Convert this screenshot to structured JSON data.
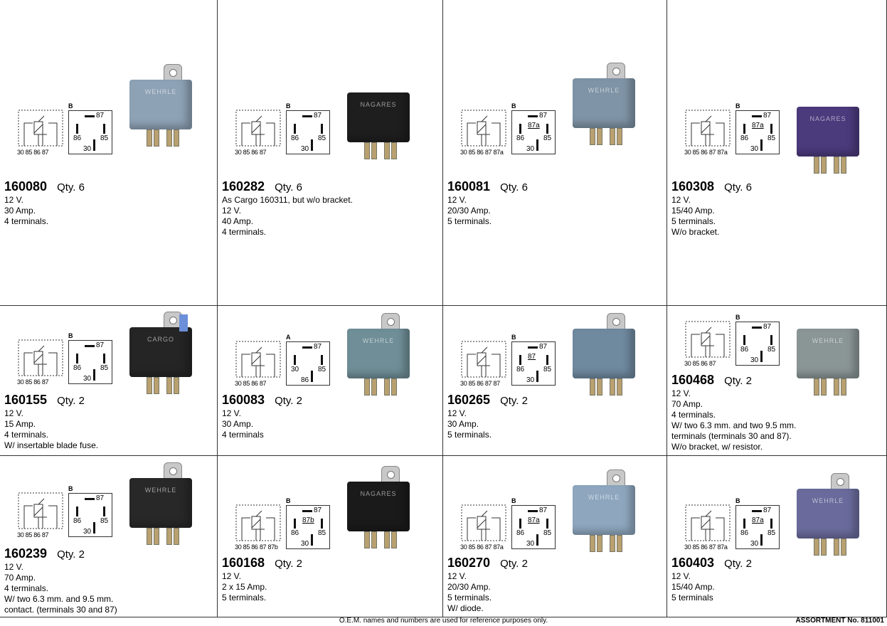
{
  "products": [
    {
      "id": "160080",
      "qty": "Qty. 6",
      "lines": [
        "12 V.",
        "30 Amp.",
        "4 terminals."
      ],
      "schematic_terminals": "30 85   86 87",
      "pin_letter": "B",
      "pins": {
        "top": "87",
        "left": "86",
        "right": "85",
        "bottom": "30",
        "center": ""
      },
      "relay": {
        "brand": "WEHRLE",
        "color": "#8ea2b6",
        "bracket": true
      }
    },
    {
      "id": "160282",
      "qty": "Qty. 6",
      "lines": [
        "As Cargo 160311, but w/o bracket.",
        "12 V.",
        "40 Amp.",
        "4 terminals."
      ],
      "schematic_terminals": "30 85   86 87",
      "pin_letter": "B",
      "pins": {
        "top": "87",
        "left": "86",
        "right": "85",
        "bottom": "30",
        "center": ""
      },
      "relay": {
        "brand": "NAGARES",
        "color": "#1e1e1e",
        "bracket": false
      }
    },
    {
      "id": "160081",
      "qty": "Qty. 6",
      "lines": [
        "12 V.",
        "20/30 Amp.",
        "5 terminals."
      ],
      "schematic_terminals": "30 85 86 87 87a",
      "pin_letter": "B",
      "pins": {
        "top": "87",
        "left": "86",
        "right": "85",
        "bottom": "30",
        "center": "87a"
      },
      "relay": {
        "brand": "WEHRLE",
        "color": "#7f94a6",
        "bracket": true
      }
    },
    {
      "id": "160308",
      "qty": "Qty. 6",
      "lines": [
        "12 V.",
        "15/40 Amp.",
        "5 terminals.",
        "W/o bracket."
      ],
      "schematic_terminals": "30 85 86 87 87a",
      "pin_letter": "B",
      "pins": {
        "top": "87",
        "left": "86",
        "right": "85",
        "bottom": "30",
        "center": "87a"
      },
      "relay": {
        "brand": "NAGARES",
        "color": "#4b3a7c",
        "bracket": false
      }
    },
    {
      "id": "160155",
      "qty": "Qty. 2",
      "lines": [
        "12 V.",
        "15 Amp.",
        "4 terminals.",
        "W/ insertable blade fuse."
      ],
      "schematic_terminals": "30 85   86 87",
      "pin_letter": "B",
      "pins": {
        "top": "87",
        "left": "86",
        "right": "85",
        "bottom": "30",
        "center": ""
      },
      "relay": {
        "brand": "CARGO",
        "color": "#252525",
        "bracket": true
      }
    },
    {
      "id": "160083",
      "qty": "Qty. 2",
      "lines": [
        "12 V.",
        "30 Amp.",
        "4 terminals"
      ],
      "schematic_terminals": "30 85   86 87",
      "pin_letter": "A",
      "pins": {
        "top": "87",
        "left": "30",
        "right": "85",
        "bottom": "86",
        "center": ""
      },
      "relay": {
        "brand": "WEHRLE",
        "color": "#6f8e97",
        "bracket": true
      }
    },
    {
      "id": "160265",
      "qty": "Qty. 2",
      "lines": [
        "12 V.",
        "30 Amp.",
        "5 terminals."
      ],
      "schematic_terminals": "30 85 86 87 87",
      "pin_letter": "B",
      "pins": {
        "top": "87",
        "left": "86",
        "right": "85",
        "bottom": "30",
        "center": "87"
      },
      "relay": {
        "brand": "",
        "color": "#6f899f",
        "bracket": true
      }
    },
    {
      "id": "160468",
      "qty": "Qty. 2",
      "lines": [
        "12 V.",
        "70 Amp.",
        "4 terminals.",
        "W/ two 6.3 mm. and two 9.5 mm.",
        "terminals (terminals 30 and 87).",
        "W/o bracket, w/ resistor."
      ],
      "schematic_terminals": "30 85   86 87",
      "pin_letter": "B",
      "pins": {
        "top": "87",
        "left": "86",
        "right": "85",
        "bottom": "30",
        "center": ""
      },
      "relay": {
        "brand": "WEHRLE",
        "color": "#8a9595",
        "bracket": false
      }
    },
    {
      "id": "160239",
      "qty": "Qty. 2",
      "lines": [
        "12 V.",
        "70 Amp.",
        "4 terminals.",
        "W/ two 6.3 mm. and 9.5 mm.",
        "contact. (terminals 30 and 87)"
      ],
      "schematic_terminals": "30 85   86 87",
      "pin_letter": "B",
      "pins": {
        "top": "87",
        "left": "86",
        "right": "85",
        "bottom": "30",
        "center": ""
      },
      "relay": {
        "brand": "WEHRLE",
        "color": "#282828",
        "bracket": true
      }
    },
    {
      "id": "160168",
      "qty": "Qty. 2",
      "lines": [
        "12 V.",
        "2 x 15 Amp.",
        "5 terminals."
      ],
      "schematic_terminals": "30 85 86 87 87b",
      "pin_letter": "B",
      "pins": {
        "top": "87",
        "left": "86",
        "right": "85",
        "bottom": "30",
        "center": "87b"
      },
      "relay": {
        "brand": "NAGARES",
        "color": "#1a1a1a",
        "bracket": true
      }
    },
    {
      "id": "160270",
      "qty": "Qty. 2",
      "lines": [
        "12 V.",
        "20/30 Amp.",
        "5 terminals.",
        "W/ diode."
      ],
      "schematic_terminals": "30 85 86 87 87a",
      "pin_letter": "B",
      "pins": {
        "top": "87",
        "left": "86",
        "right": "85",
        "bottom": "30",
        "center": "87a"
      },
      "relay": {
        "brand": "WEHRLE",
        "color": "#8ea7be",
        "bracket": true
      }
    },
    {
      "id": "160403",
      "qty": "Qty. 2",
      "lines": [
        "12 V.",
        "15/40 Amp.",
        "5 terminals"
      ],
      "schematic_terminals": "30 85 86 87 87a",
      "pin_letter": "B",
      "pins": {
        "top": "87",
        "left": "86",
        "right": "85",
        "bottom": "30",
        "center": "87a"
      },
      "relay": {
        "brand": "WEHRLE",
        "color": "#6a6b9c",
        "bracket": true
      }
    }
  ],
  "footer": {
    "note": "O.E.M. names and numbers are used for reference purposes only.",
    "assortment": "ASSORTMENT No. 811001"
  }
}
